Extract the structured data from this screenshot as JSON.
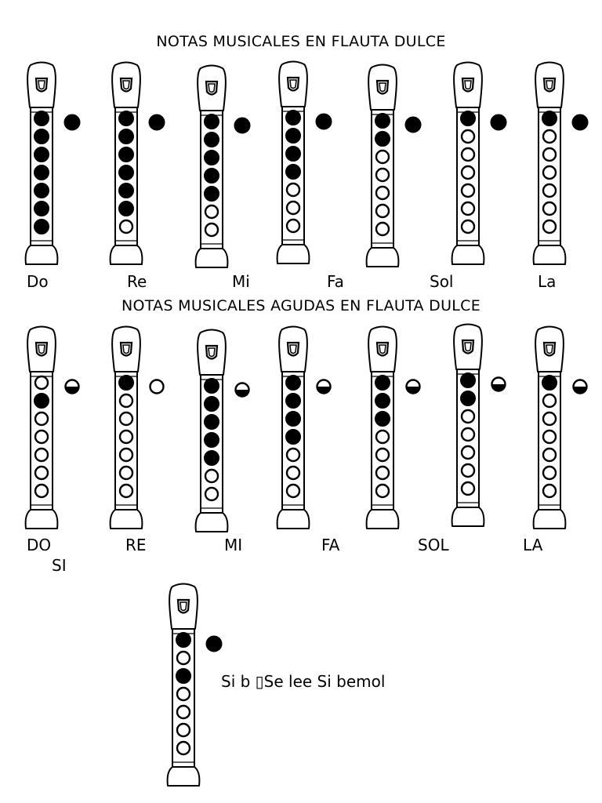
{
  "sections": [
    {
      "title": "NOTAS MUSICALES EN FLAUTA DULCE",
      "labels": [
        "Do",
        "Re",
        "Mi",
        "Fa",
        "Sol",
        "La"
      ]
    },
    {
      "title": "NOTAS MUSICALES AGUDAS EN FLAUTA DULCE",
      "labels": [
        "DO",
        "RE",
        "MI",
        "FA",
        "SOL",
        "LA",
        "SI"
      ]
    }
  ],
  "extra": {
    "caption": "Si b ▯Se lee Si bemol"
  },
  "fingerings": {
    "legend": {
      "F": "closed",
      "O": "open",
      "H": "half-closed"
    },
    "basic": [
      {
        "thumb": "F",
        "holes": "FFFFFFF"
      },
      {
        "thumb": "F",
        "holes": "FFFFFFO"
      },
      {
        "thumb": "F",
        "holes": "FFFFFOO"
      },
      {
        "thumb": "F",
        "holes": "FFFFOOO"
      },
      {
        "thumb": "F",
        "holes": "FFOOOOO"
      },
      {
        "thumb": "F",
        "holes": "FOOOOOO"
      },
      {
        "thumb": "F",
        "holes": "FOOOOOO"
      }
    ],
    "high": [
      {
        "thumb": "H",
        "holes": "OFOOOOO"
      },
      {
        "thumb": "O",
        "holes": "FOOOOOO"
      },
      {
        "thumb": "H",
        "holes": "FFFFFOO"
      },
      {
        "thumb": "H",
        "holes": "FFFFOOO"
      },
      {
        "thumb": "H",
        "holes": "FFFOOOO"
      },
      {
        "thumb": "H",
        "holes": "FFOOOOO"
      },
      {
        "thumb": "H",
        "holes": "FOOOOOO"
      }
    ],
    "flat": {
      "thumb": "F",
      "holes": "FOFOOOO"
    }
  }
}
